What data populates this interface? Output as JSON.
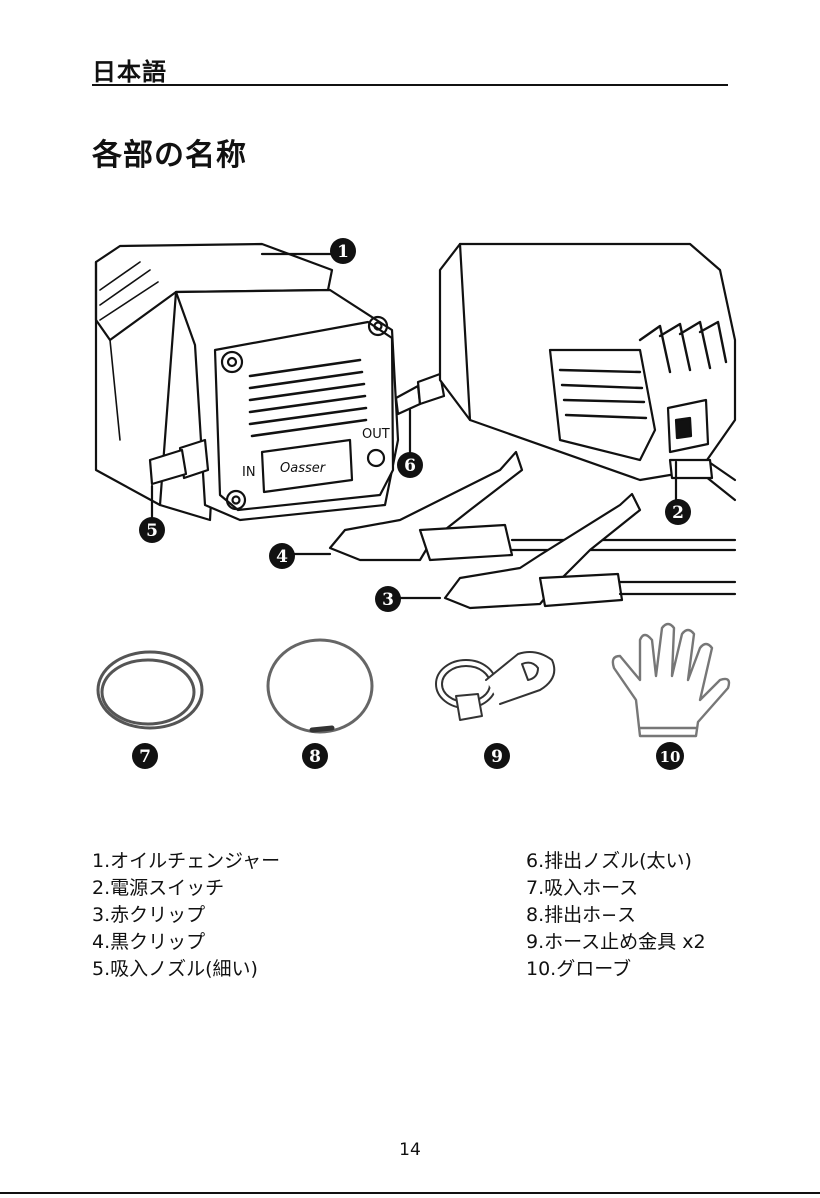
{
  "header": {
    "language": "日本語"
  },
  "section_title": "各部の名称",
  "device": {
    "label_in": "IN",
    "label_out": "OUT",
    "brand": "Oasser"
  },
  "callouts": [
    "1",
    "2",
    "3",
    "4",
    "5",
    "6",
    "7",
    "8",
    "9",
    "10"
  ],
  "parts_left": [
    "1.オイルチェンジャー",
    "2.電源スイッチ",
    "3.赤クリップ",
    "4.黒クリップ",
    "5.吸入ノズル(細い)"
  ],
  "parts_right": [
    "6.排出ノズル(太い)",
    "7.吸入ホース",
    "8.排出ホ−ス",
    "9.ホース止め金具 x2",
    "10.グローブ"
  ],
  "footer": {
    "page_number": "14"
  }
}
